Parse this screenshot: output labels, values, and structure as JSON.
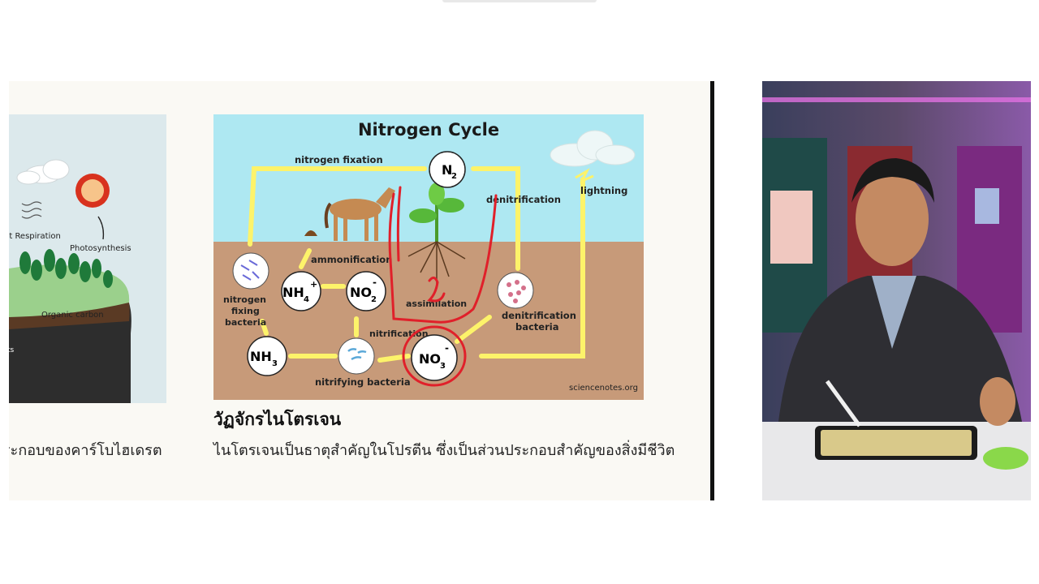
{
  "slide": {
    "left_card": {
      "labels": {
        "respiration": "nt Respiration",
        "photosynthesis": "Photosynthesis",
        "organic_carbon": "Organic carbon",
        "partial": "ts"
      },
      "caption": "ระกอบของคาร์โบไฮเดรต"
    },
    "main_card": {
      "diagram_title": "Nitrogen Cycle",
      "labels": {
        "nitrogen_fixation": "nitrogen fixation",
        "denitrification": "denitrification",
        "lightning": "lightning",
        "ammonification": "ammonification",
        "nitrogen_fixing_bacteria_1": "nitrogen",
        "nitrogen_fixing_bacteria_2": "fixing",
        "nitrogen_fixing_bacteria_3": "bacteria",
        "assimilation": "assimilation",
        "nitrification": "nitrification",
        "denitrification_bacteria_1": "denitrification",
        "denitrification_bacteria_2": "bacteria",
        "nitrifying_bacteria": "nitrifying bacteria",
        "source": "sciencenotes.org"
      },
      "nodes": {
        "n2": "N",
        "n2_sub": "2",
        "nh4": "NH",
        "nh4_sub": "4",
        "nh4_sup": "+",
        "no2": "NO",
        "no2_sub": "2",
        "no2_sup": "-",
        "nh3": "NH",
        "nh3_sub": "3",
        "no3": "NO",
        "no3_sub": "3",
        "no3_sup": "-"
      },
      "caption_title": "วัฏจักรไนโตรเจน",
      "caption_body": "ไนโตรเจนเป็นธาตุสำคัญในโปรตีน ซึ่งเป็นส่วนประกอบสำคัญของสิ่งมีชีวิต"
    }
  },
  "colors": {
    "sky": "#aee8f2",
    "soil": "#c79a79",
    "arrow_yellow": "#fdf36a",
    "annotation_red": "#e0202a"
  }
}
